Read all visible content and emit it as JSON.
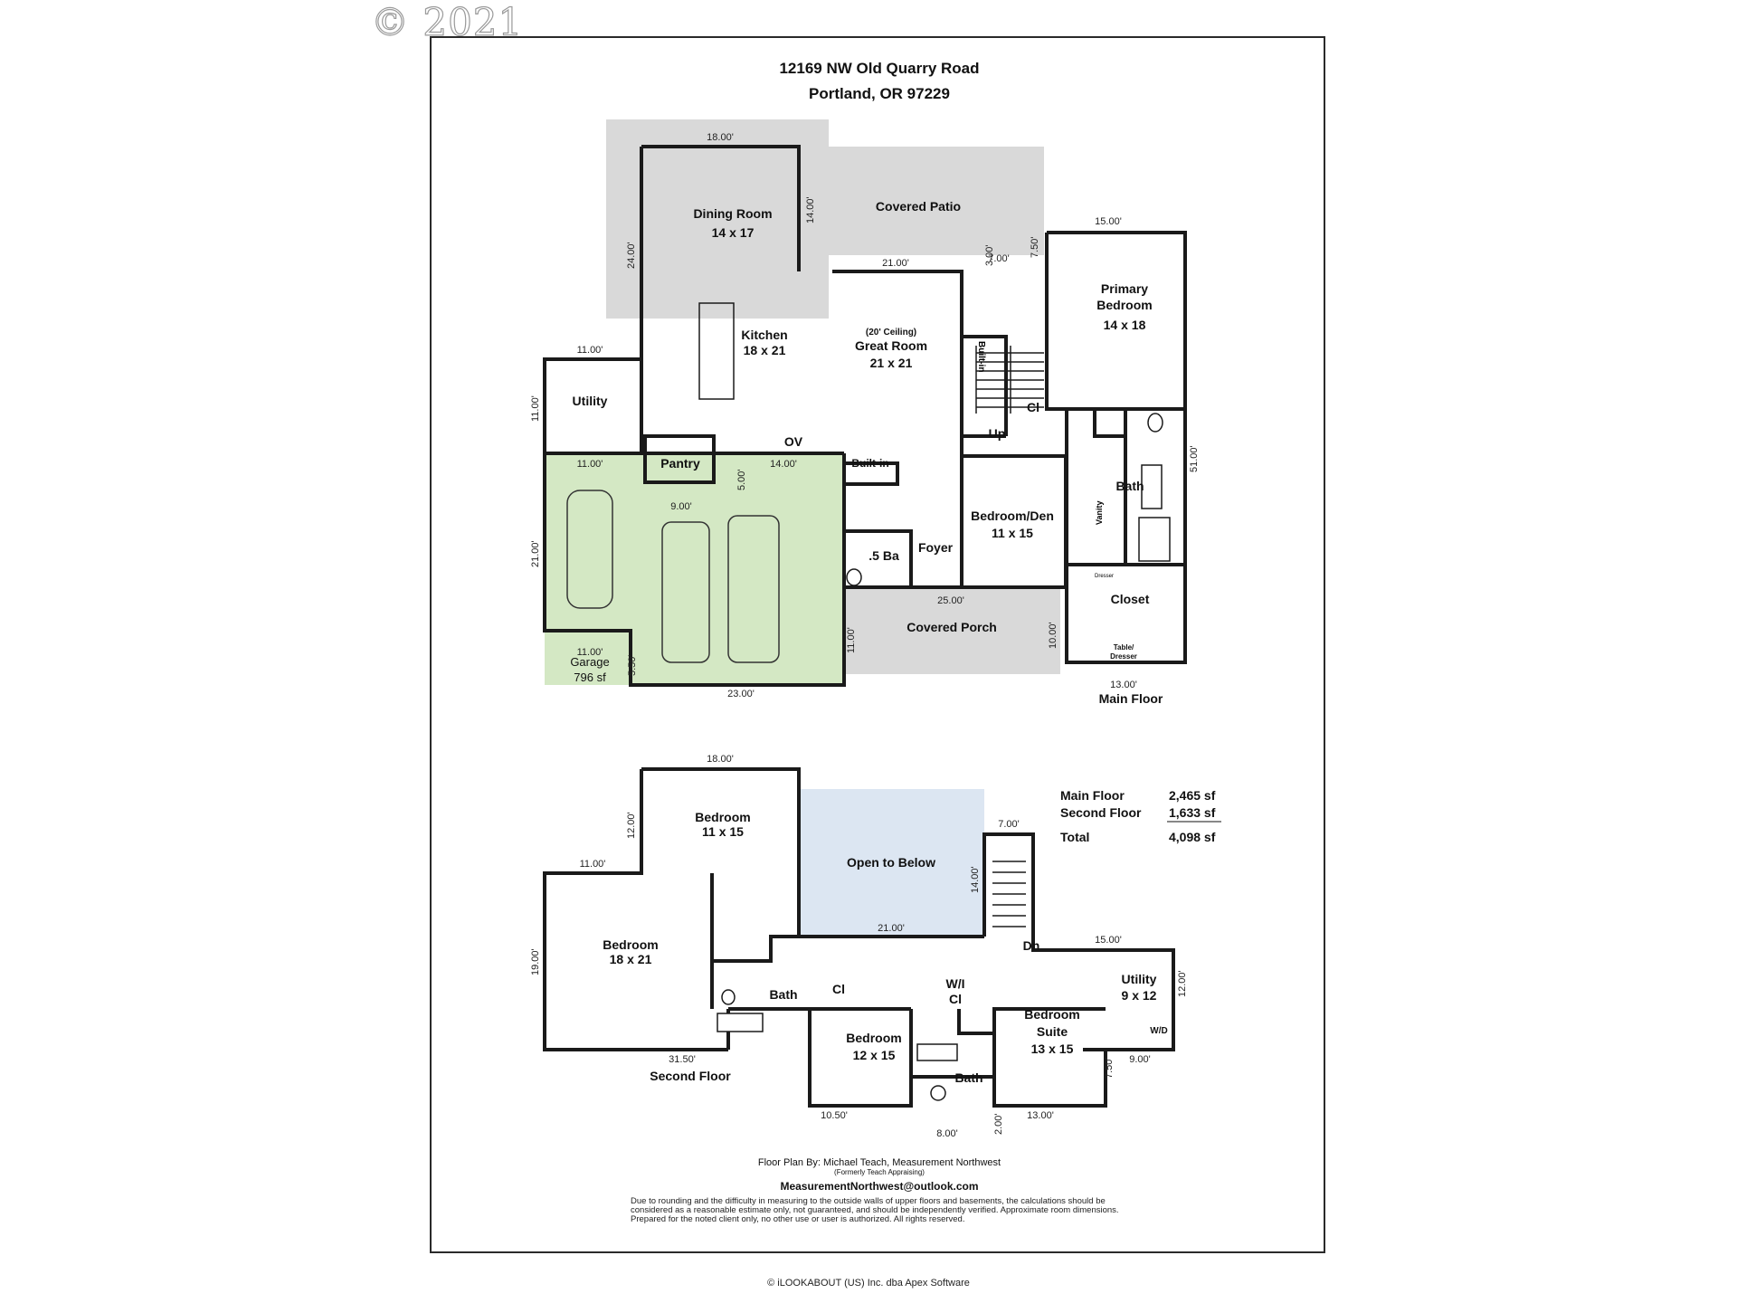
{
  "watermark": "© 2021",
  "address": {
    "line1": "12169 NW Old Quarry Road",
    "line2": "Portland, OR 97229"
  },
  "main_rooms": {
    "dining": {
      "name": "Dining Room",
      "size": "14 x 17"
    },
    "patio": "Covered Patio",
    "primary": {
      "line1": "Primary",
      "line2": "Bedroom",
      "size": "14 x 18"
    },
    "kitchen": {
      "name": "Kitchen",
      "size": "18 x 21"
    },
    "great": {
      "ceiling": "(20' Ceiling)",
      "name": "Great Room",
      "size": "21 x 21"
    },
    "utility": "Utility",
    "pantry": "Pantry",
    "ov": "OV",
    "builtin_h": "Built-in",
    "builtin_v": "Built-in",
    "bath": "Bath",
    "den": {
      "name": "Bedroom/Den",
      "size": "11 x 15"
    },
    "half_bath": ".5 Ba",
    "foyer": "Foyer",
    "vanity": "Vanity",
    "dresser": "Dresser",
    "closet": "Closet",
    "table": {
      "line1": "Table/",
      "line2": "Dresser"
    },
    "porch": "Covered Porch",
    "garage": {
      "name": "Garage",
      "size": "796 sf"
    },
    "up": "Up",
    "cl": "Cl",
    "floor_label": "Main Floor"
  },
  "main_dims": {
    "d18": "18.00'",
    "d14v": "14.00'",
    "d24": "24.00'",
    "d21": "21.00'",
    "d3": "3.00'",
    "d7": "7.00'",
    "d7_5": "7.50'",
    "d15": "15.00'",
    "d11a": "11.00'",
    "d11v": "11.00'",
    "d11b": "11.00'",
    "d14h": "14.00'",
    "d5": "5.00'",
    "d9": "9.00'",
    "d21v": "21.00'",
    "d51": "51.00'",
    "d25": "25.00'",
    "d11c": "11.00'",
    "d5_5": "5.50'",
    "d23": "23.00'",
    "d11v2": "11.00'",
    "d10": "10.00'",
    "d13": "13.00'"
  },
  "second_rooms": {
    "bed1": {
      "name": "Bedroom",
      "size": "11 x 15"
    },
    "open": "Open to Below",
    "bed2": {
      "name": "Bedroom",
      "size": "18 x 21"
    },
    "bath": "Bath",
    "bed3": {
      "name": "Bedroom",
      "size": "12 x 15"
    },
    "wicl": {
      "line1": "W/I",
      "line2": "Cl"
    },
    "suite": {
      "line1": "Bedroom",
      "line2": "Suite",
      "size": "13 x 15"
    },
    "bath2": "Bath",
    "utility": {
      "name": "Utility",
      "size": "9 x 12"
    },
    "wd": "W/D",
    "dn": "Dn",
    "cl": "Cl",
    "floor_label": "Second Floor"
  },
  "second_dims": {
    "d18": "18.00'",
    "d12v": "12.00'",
    "d11": "11.00'",
    "d7": "7.00'",
    "d14v": "14.00'",
    "d21": "21.00'",
    "d15": "15.00'",
    "d19": "19.00'",
    "d31_5": "31.50'",
    "d12v2": "12.00'",
    "d9": "9.00'",
    "d7_5": "7.50'",
    "d10_5": "10.50'",
    "d2": "2.00'",
    "d13": "13.00'",
    "d8": "8.00'"
  },
  "summary": {
    "rows": [
      {
        "label": "Main Floor",
        "value": "2,465 sf"
      },
      {
        "label": "Second Floor",
        "value": "1,633 sf"
      },
      {
        "label": "Total",
        "value": "4,098 sf"
      }
    ]
  },
  "credits": {
    "by": "Floor Plan By: Michael Teach, Measurement Northwest",
    "formerly": "(Formerly Teach Appraising)",
    "email": "MeasurementNorthwest@outlook.com",
    "disclaimer": "Due to rounding and the difficulty in measuring to the outside walls of upper floors and basements, the calculations should be considered as a reasonable estimate only, not guaranteed, and should be independently verified. Approximate room dimensions. Prepared for the noted client only, no other use or user is authorized. All rights reserved."
  },
  "footer": "© iLOOKABOUT (US) Inc. dba Apex Software",
  "colors": {
    "wall": "#1a1a1a",
    "patio": "#d9d9d9",
    "garage": "#d4e8c4",
    "open": "#dce6f2"
  }
}
